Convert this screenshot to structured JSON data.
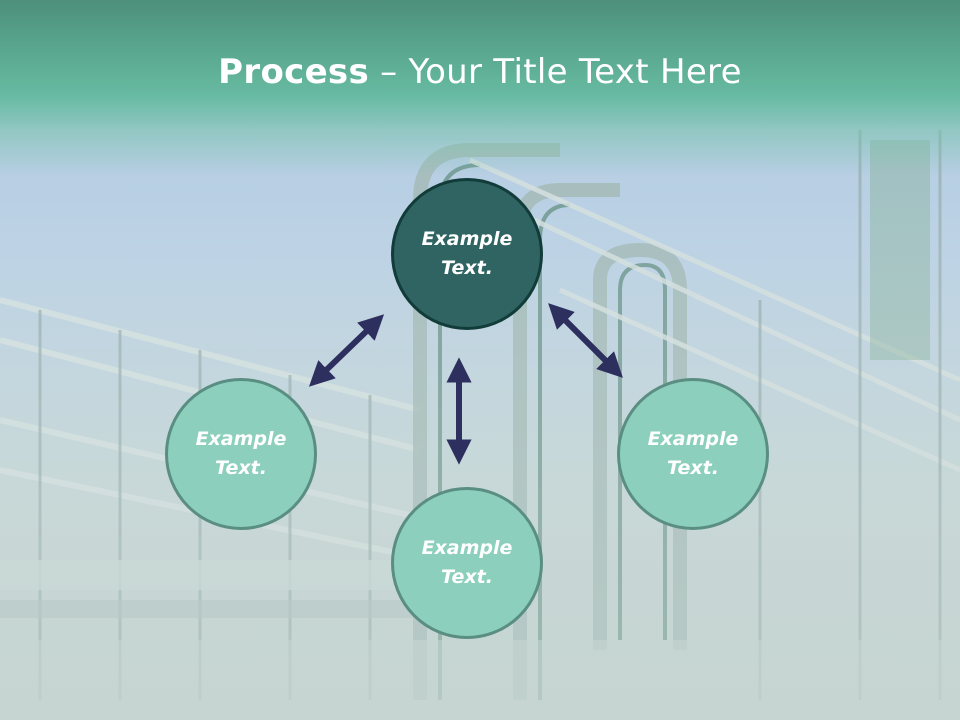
{
  "title": {
    "bold_part": "Process",
    "rest_part": " – Your Title Text Here"
  },
  "nodes": {
    "top": "Example\nText.",
    "left": "Example\nText.",
    "bottom": "Example\nText.",
    "right": "Example\nText."
  },
  "colors": {
    "header": "#5aa88f",
    "main_node": "#2f6462",
    "sub_node": "#8ccfbc",
    "arrow": "#2d2f5e"
  },
  "icons": {
    "arrows": "double-headed-arrow"
  }
}
